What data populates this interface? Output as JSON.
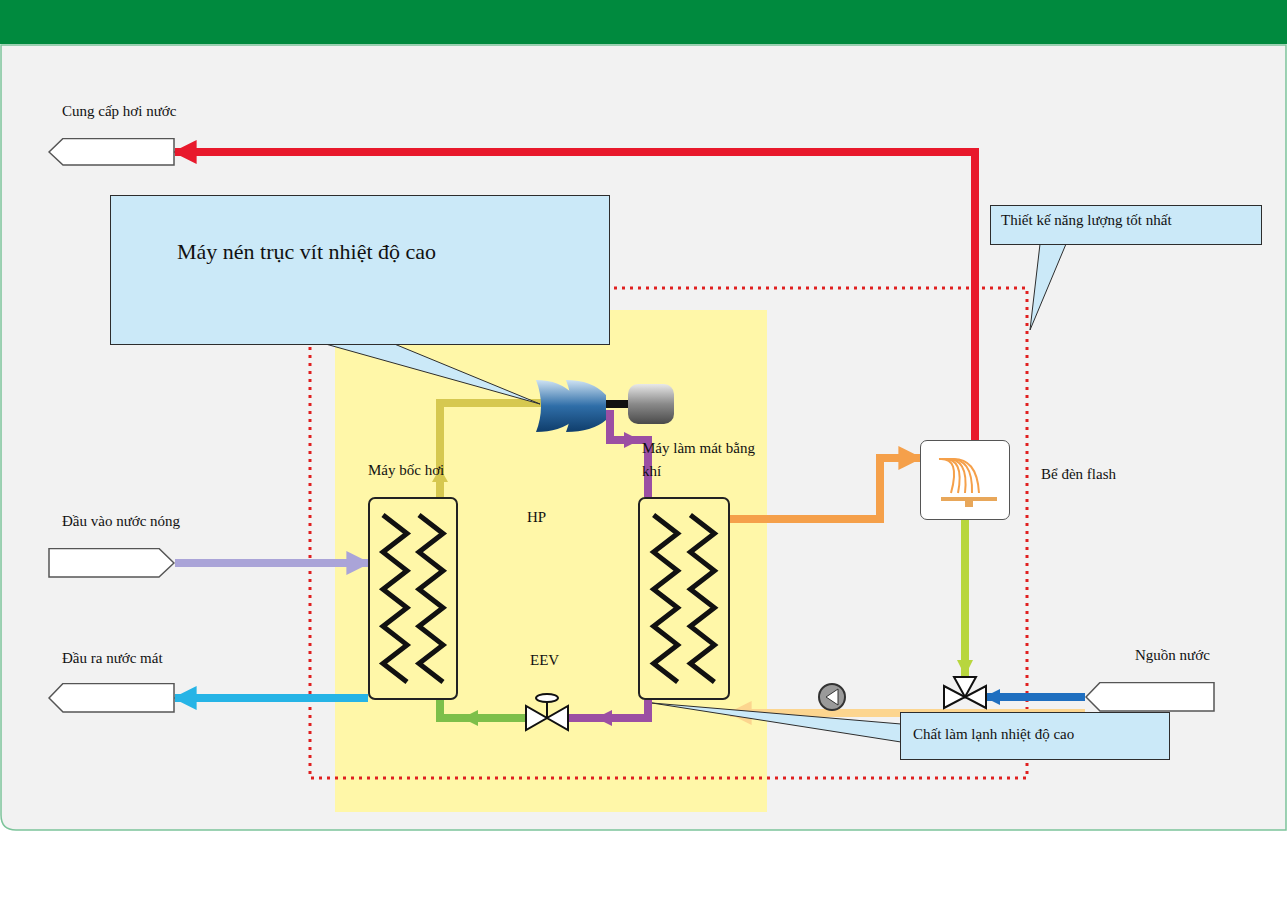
{
  "diagram": {
    "nodes": [
      {
        "text": [
          "Máy nén trục vít nhiệt độ cao"
        ]
      },
      {
        "text": [
          "Thiết kế năng lượng tốt nhất"
        ]
      },
      {
        "text": [
          "Cung cấp hơi nước"
        ]
      },
      {
        "text": [
          "HP"
        ]
      },
      {
        "text": [
          "Máy bốc hơi"
        ],
        "in": 3
      },
      {
        "text": [
          "Máy làm mát bằng khí"
        ],
        "in": 3
      },
      {
        "text": [
          "Bể đèn flash"
        ]
      },
      {
        "text": [
          "Đầu vào nước nóng"
        ]
      },
      {
        "text": [
          "Đầu ra nước mát"
        ]
      },
      {
        "text": [
          "Nguồn nước"
        ]
      },
      {
        "text": [
          "Chất làm lạnh nhiệt độ cao"
        ]
      }
    ],
    "edges": [
      {
        "from": 6,
        "to": 2,
        "arrow": "to"
      },
      {
        "from": 7,
        "to": 4,
        "arrow": "to"
      },
      {
        "from": 4,
        "to": 8,
        "arrow": "to"
      },
      {
        "from": 5,
        "to": 6,
        "arrow": "to"
      },
      {
        "from": 9,
        "to": 5,
        "arrow": "to"
      }
    ],
    "labels": [
      "EEV"
    ]
  }
}
